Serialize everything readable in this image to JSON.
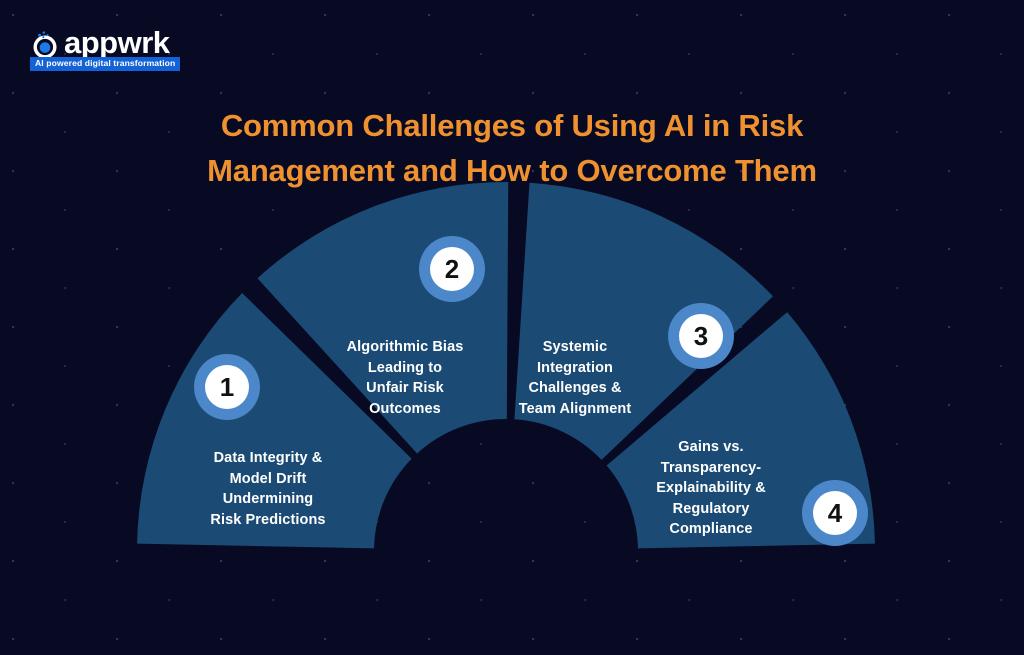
{
  "brand": {
    "name": "appwrk",
    "tagline": "AI powered digital transformation",
    "mark_icon": "appwrk-circle-logo-icon",
    "accent_blue": "#1463d6",
    "logo_text_color": "#ffffff"
  },
  "title": {
    "line1": "Common Challenges of Using AI in Risk",
    "line2": "Management and How to Overcome Them",
    "color": "#f0912f"
  },
  "colors": {
    "background": "#070a22",
    "segment_fill": "#1b4b74",
    "segment_divider": "#0c1430",
    "badge_ring": "#4b87c9",
    "badge_inner": "#ffffff",
    "badge_number": "#111111",
    "label_text": "#ffffff"
  },
  "diagram": {
    "type": "semicircular-segmented-donut",
    "segment_count": 4,
    "segments": [
      {
        "number": "1",
        "label": "Data Integrity &\nModel Drift\nUndermining\nRisk Predictions"
      },
      {
        "number": "2",
        "label": "Algorithmic Bias\nLeading to\nUnfair Risk\nOutcomes"
      },
      {
        "number": "3",
        "label": "Systemic\nIntegration\nChallenges &\nTeam Alignment"
      },
      {
        "number": "4",
        "label": "Gains vs.\nTransparency-\nExplainability &\nRegulatory\nCompliance"
      }
    ]
  }
}
